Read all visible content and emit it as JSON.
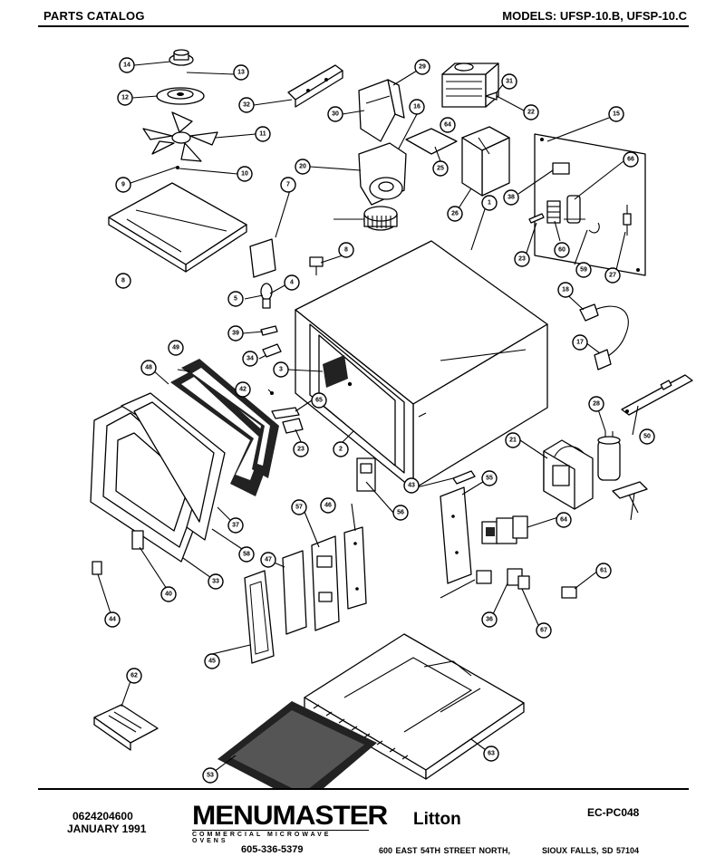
{
  "header": {
    "left_title": "PARTS CATALOG",
    "right_title": "MODELS: UFSP-10.B, UFSP-10.C"
  },
  "footer": {
    "doc_number": "0624204600",
    "date": "JANUARY 1991",
    "brand": "MENUMASTER",
    "brand_tagline": "COMMERCIAL MICROWAVE OVENS",
    "phone": "605-336-5379",
    "partner": "Litton",
    "catalog_code": "EC-PC048",
    "address": "600 EAST 54TH STREET NORTH,",
    "city": "SIOUX FALLS, SD 57104"
  },
  "callouts": [
    "14",
    "12",
    "13",
    "32",
    "30",
    "29",
    "22",
    "11",
    "31",
    "16",
    "64",
    "25",
    "15",
    "10",
    "9",
    "26",
    "38",
    "66",
    "7",
    "20",
    "8",
    "23",
    "1",
    "60",
    "59",
    "27",
    "8",
    "5",
    "4",
    "18",
    "39",
    "34",
    "17",
    "3",
    "42",
    "28",
    "49",
    "23",
    "2",
    "65",
    "21",
    "50",
    "48",
    "57",
    "43",
    "56",
    "55",
    "46",
    "47",
    "45",
    "40",
    "33",
    "58",
    "64",
    "44",
    "61",
    "36",
    "37",
    "67",
    "62",
    "53",
    "63"
  ]
}
